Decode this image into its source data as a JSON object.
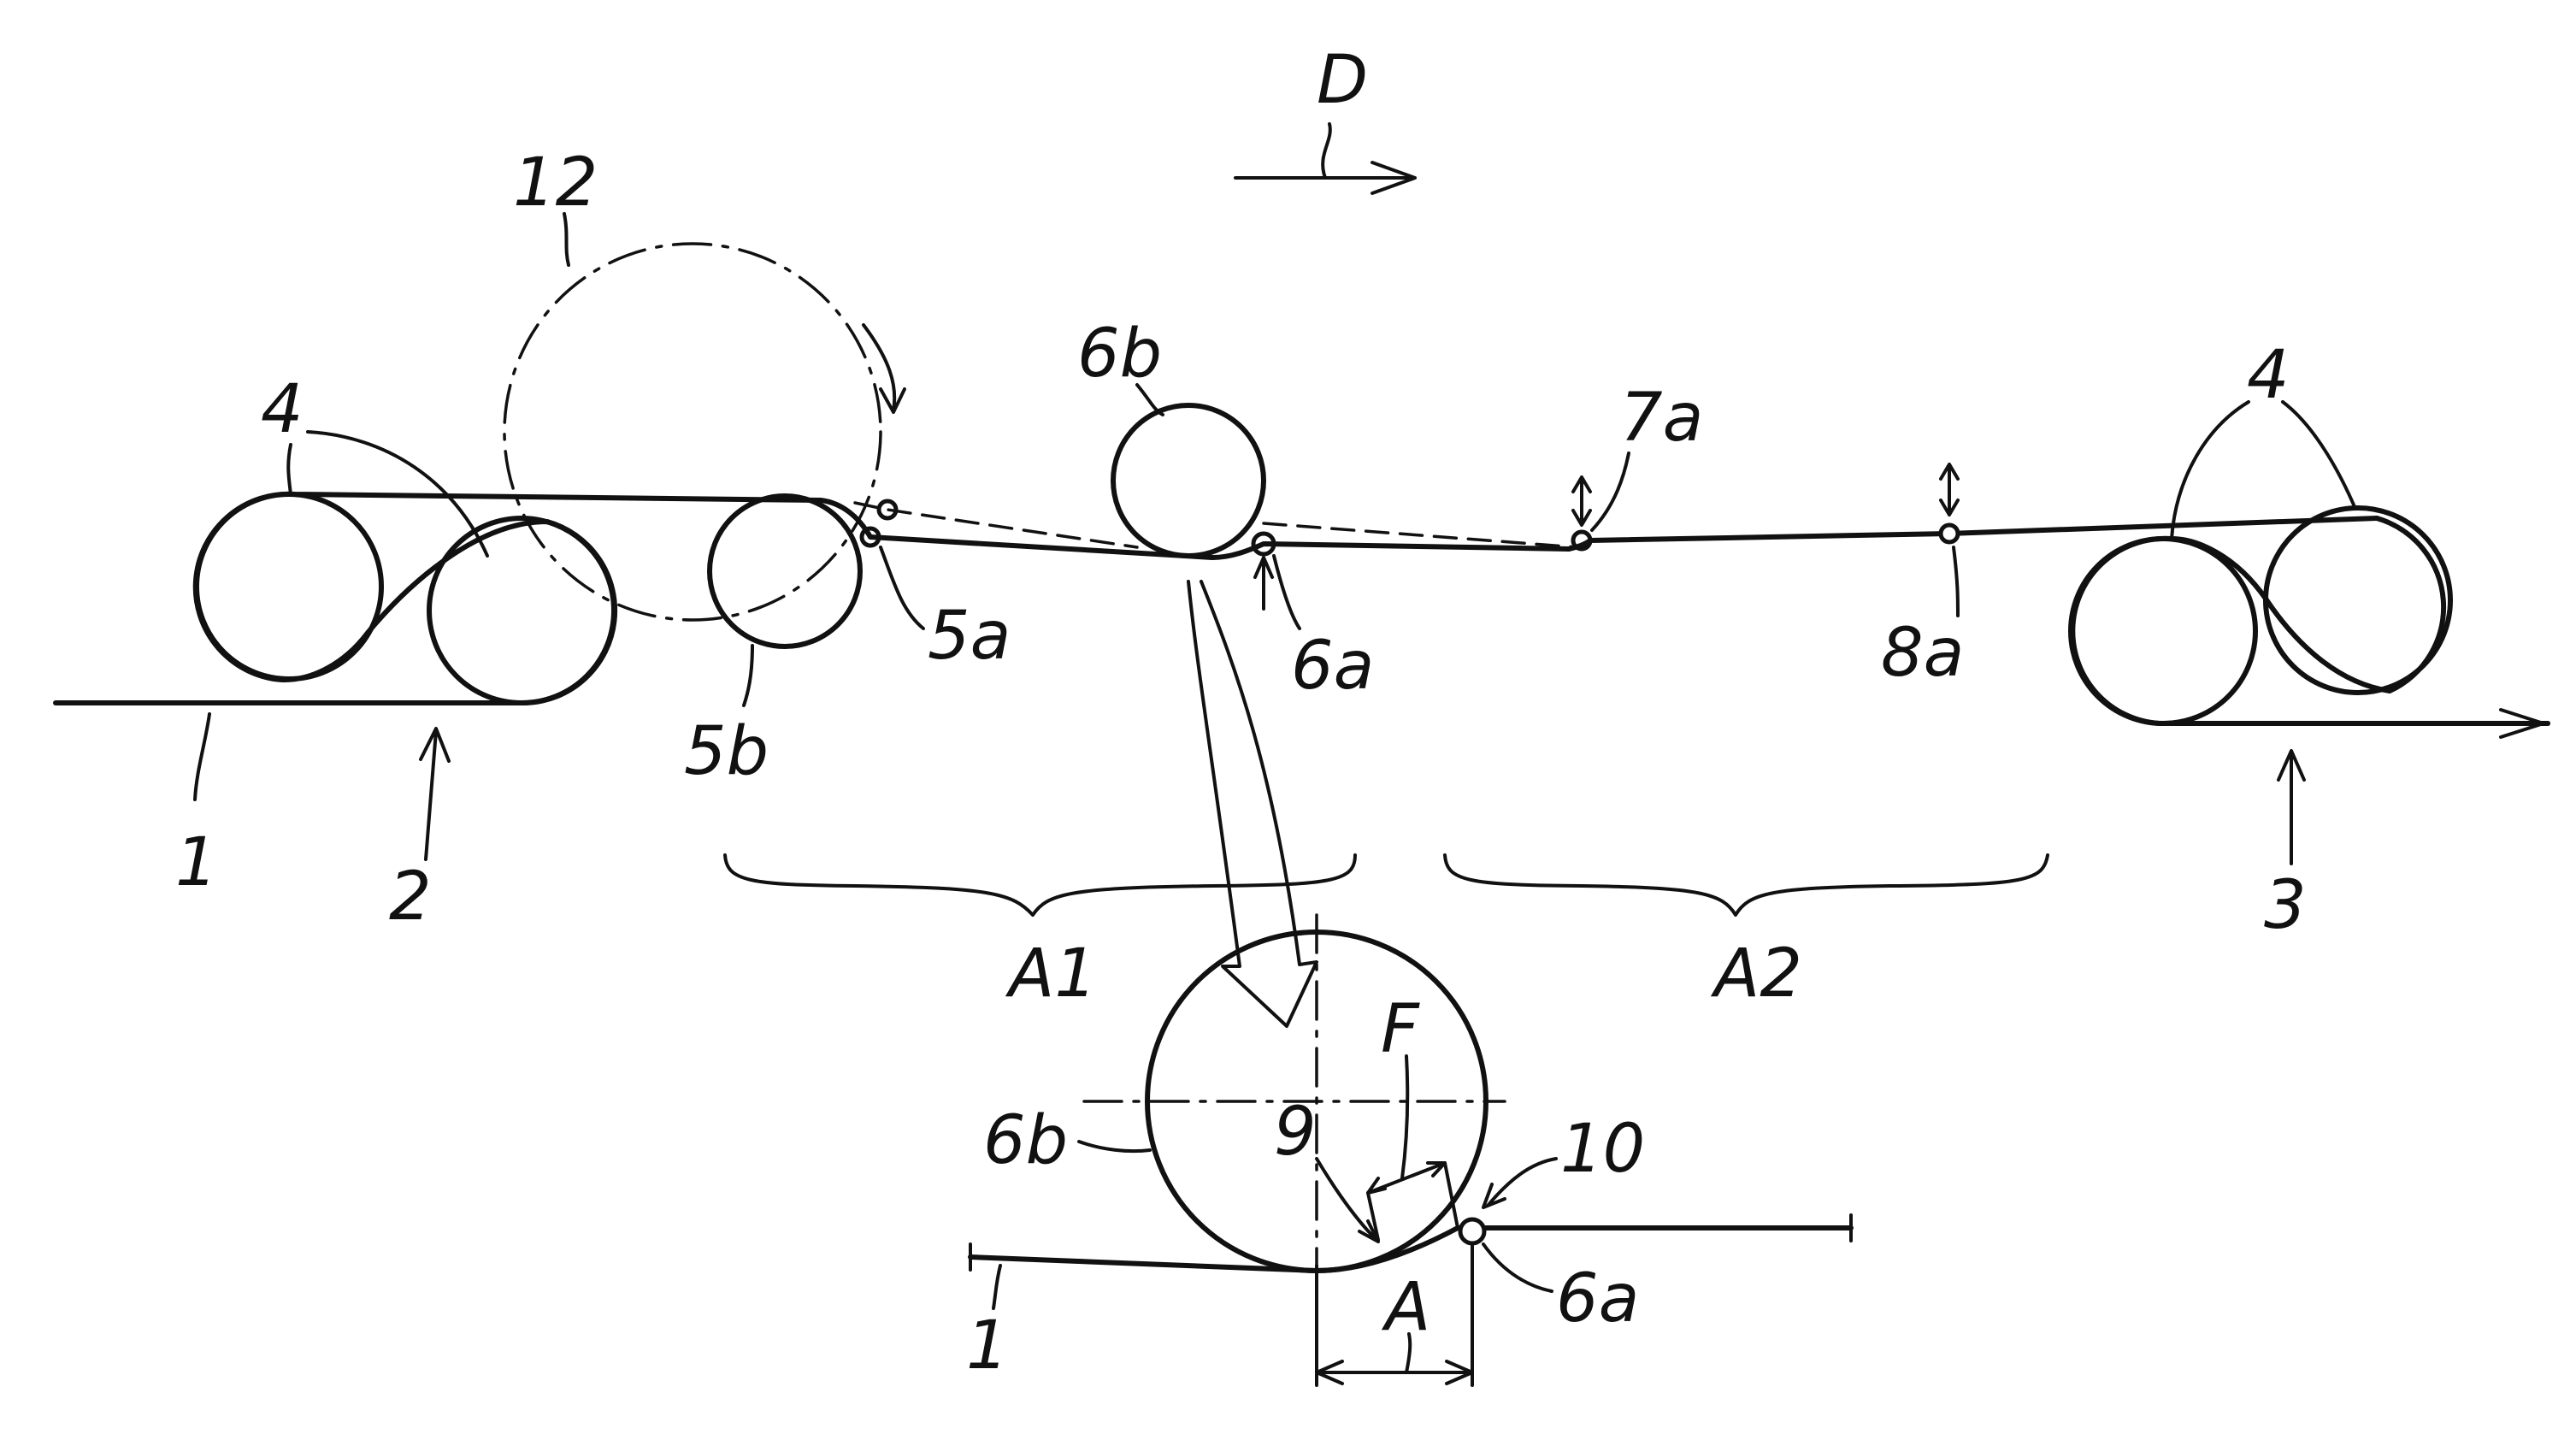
{
  "labels": {
    "direction": "D",
    "strip_in": "1",
    "entry_unit": "2",
    "exit_unit": "3",
    "rolls_left": "4",
    "rolls_right": "4",
    "big_roll": "12",
    "roll_5a": "5a",
    "roll_5b": "5b",
    "roll_6b_top": "6b",
    "roll_6a_top": "6a",
    "roll_7a": "7a",
    "roll_8a": "8a",
    "zone_a1": "A1",
    "zone_a2": "A2",
    "detail_6b": "6b",
    "detail_9": "9",
    "detail_f": "F",
    "detail_10": "10",
    "detail_strip": "1",
    "detail_6a": "6a",
    "detail_a": "A"
  }
}
